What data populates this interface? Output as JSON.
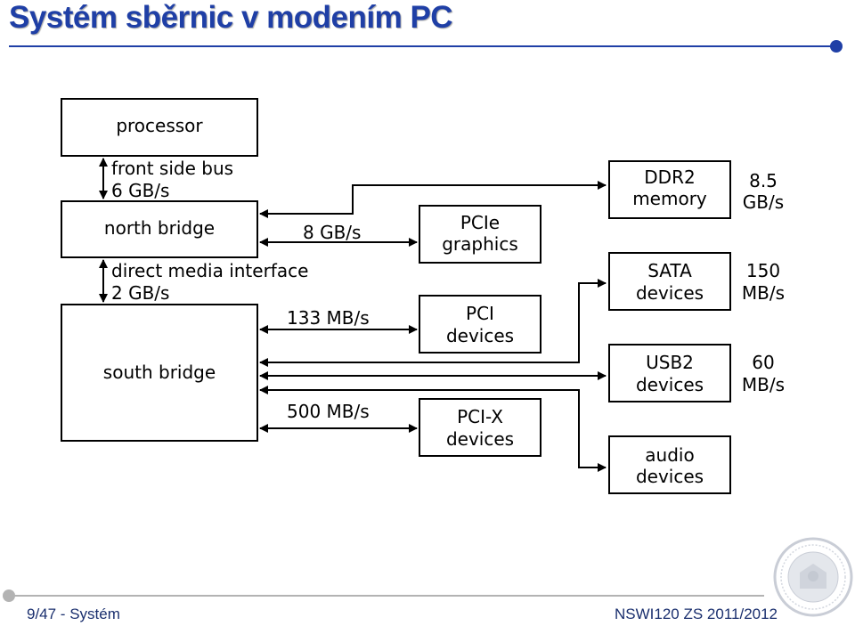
{
  "slide": {
    "title": "Systém sběrnic v modením PC",
    "footer_left": "9/47 - Systém",
    "footer_right": "NSWI120 ZS 2011/2012",
    "accent_color": "#1f3fa6",
    "footer_color": "#1a2f6e",
    "logo_icon": "university-seal-icon"
  },
  "diagram": {
    "processor": "processor",
    "north_bridge": "north bridge",
    "south_bridge": "south bridge",
    "fsb_name": "front side bus",
    "fsb_speed": "6 GB/s",
    "dmi_name": "direct media interface",
    "dmi_speed": "2 GB/s",
    "nb_graphics_speed": "8 GB/s",
    "pci_speed": "133 MB/s",
    "pcix_speed": "500 MB/s",
    "pcie_line1": "PCIe",
    "pcie_line2": "graphics",
    "pci_line1": "PCI",
    "pci_line2": "devices",
    "pcix_line1": "PCI-X",
    "pcix_line2": "devices",
    "ddr2_line1": "DDR2",
    "ddr2_line2": "memory",
    "ddr2_speed_line1": "8.5",
    "ddr2_speed_line2": "GB/s",
    "sata_line1": "SATA",
    "sata_line2": "devices",
    "sata_speed_line1": "150",
    "sata_speed_line2": "MB/s",
    "usb2_line1": "USB2",
    "usb2_line2": "devices",
    "usb2_speed_line1": "60",
    "usb2_speed_line2": "MB/s",
    "audio_line1": "audio",
    "audio_line2": "devices"
  }
}
